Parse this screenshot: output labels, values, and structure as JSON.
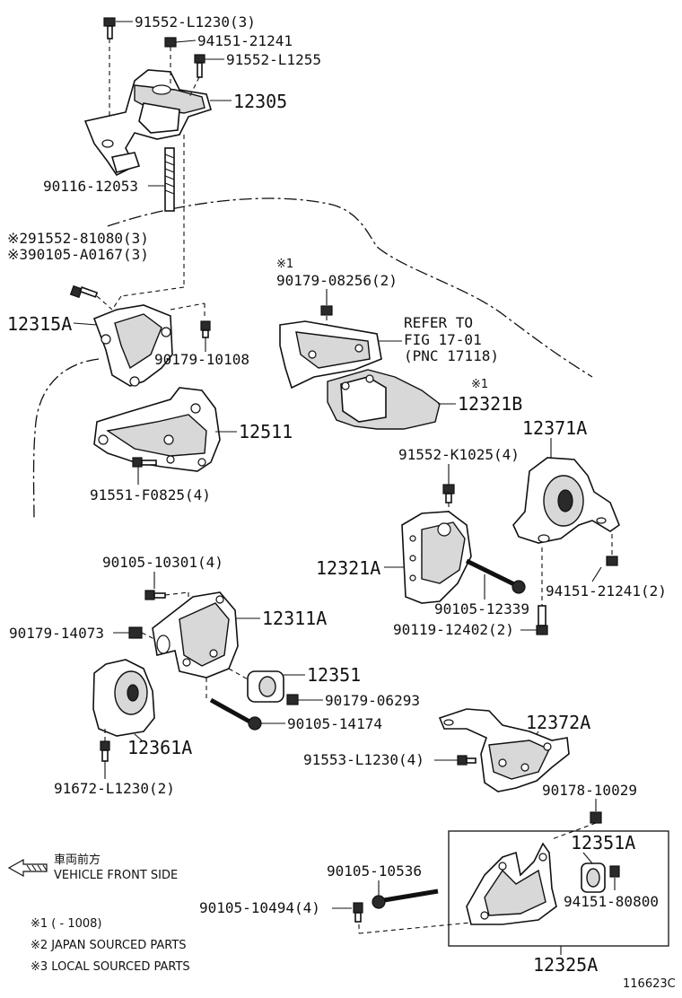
{
  "labels": {
    "p91552_L1230": "91552-L1230(3)",
    "p94151_21241a": "94151-21241",
    "p91552_L1255": "91552-L1255",
    "p12305": "12305",
    "p90116_12053": "90116-12053",
    "p91552_81080": "※291552-81080(3)",
    "p90105_A0167": "※390105-A0167(3)",
    "n1a": "※1",
    "p90179_08256": "90179-08256(2)",
    "refer1": "REFER TO",
    "refer2": "FIG 17-01",
    "refer3": "(PNC 17118)",
    "p12315A": "12315A",
    "p90179_10108": "90179-10108",
    "n1b": "※1",
    "p12321B": "12321B",
    "p12511": "12511",
    "p12371A": "12371A",
    "p91552_K1025": "91552-K1025(4)",
    "p91551_F0825": "91551-F0825(4)",
    "p90105_10301": "90105-10301(4)",
    "p12321A": "12321A",
    "p94151_21241b": "94151-21241(2)",
    "p90105_12339": "90105-12339",
    "p12311A": "12311A",
    "p90179_14073": "90179-14073",
    "p90119_12402": "90119-12402(2)",
    "p12351": "12351",
    "p90179_06293": "90179-06293",
    "p90105_14174": "90105-14174",
    "p12361A": "12361A",
    "p12372A": "12372A",
    "p91553_L1230": "91553-L1230(4)",
    "p91672_L1230": "91672-L1230(2)",
    "p90178_10029": "90178-10029",
    "p12351A": "12351A",
    "p90105_10536": "90105-10536",
    "p94151_80800": "94151-80800",
    "p90105_10494": "90105-10494(4)",
    "p12325A": "12325A",
    "front_jp": "車両前方",
    "front_en": "VEHICLE FRONT SIDE",
    "legend1": "※1 (      - 1008)",
    "legend2": "※2 JAPAN SOURCED PARTS",
    "legend3": "※3 LOCAL SOURCED PARTS",
    "figure_id": "116623C"
  }
}
